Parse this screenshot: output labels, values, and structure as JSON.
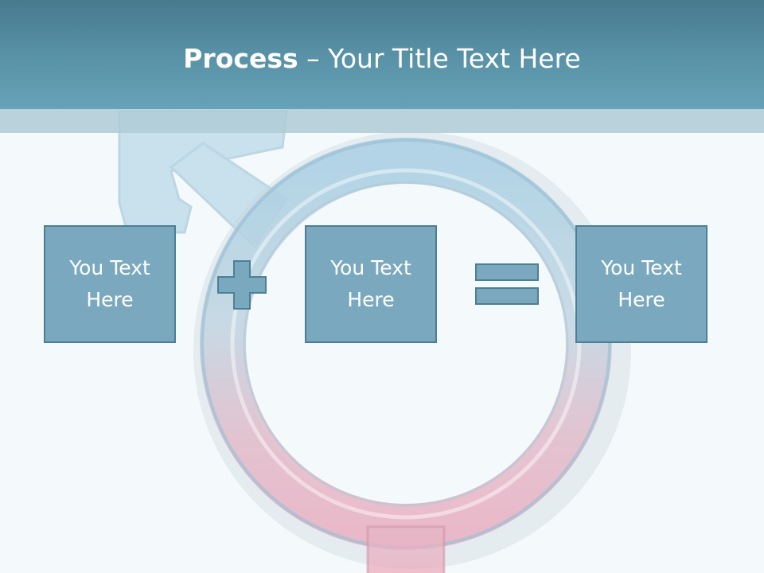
{
  "title": {
    "bold": "Process",
    "separator": " – ",
    "rest": "Your Title Text Here"
  },
  "boxes": [
    {
      "line1": "You Text",
      "line2": "Here"
    },
    {
      "line1": "You Text",
      "line2": "Here"
    },
    {
      "line1": "You Text",
      "line2": "Here"
    }
  ],
  "operators": {
    "first": "plus-icon",
    "second": "equals-icon"
  },
  "colors": {
    "header": "#5a93a8",
    "box_fill": "#7aa9bf",
    "box_border": "#4d7f94",
    "symbol_blue": "#9cc6dc",
    "symbol_pink": "#e3a9bb",
    "background": "#f4f9fb"
  }
}
